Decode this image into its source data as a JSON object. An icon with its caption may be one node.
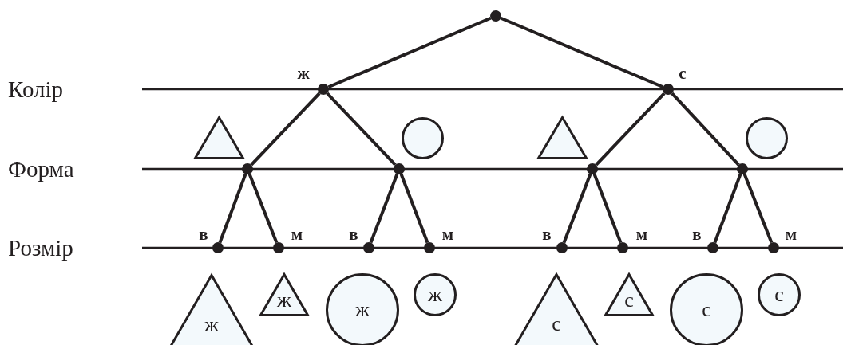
{
  "diagram": {
    "nodes": [
      {
        "text": [],
        "shape": "circle"
      },
      {
        "text": [],
        "shape": "circle",
        "beside": [
          "ж"
        ]
      },
      {
        "text": [],
        "shape": "circle",
        "beside": [
          "с"
        ]
      },
      {
        "text": [],
        "shape": "triangle"
      },
      {
        "text": [],
        "shape": "circle"
      },
      {
        "text": [],
        "shape": "triangle"
      },
      {
        "text": [],
        "shape": "circle"
      },
      {
        "text": [],
        "shape": "circle"
      },
      {
        "text": [],
        "shape": "circle"
      },
      {
        "text": [],
        "shape": "circle"
      },
      {
        "text": [],
        "shape": "circle"
      },
      {
        "text": [],
        "shape": "circle",
        "beside": [
          "в"
        ]
      },
      {
        "text": [],
        "shape": "circle",
        "beside": [
          "м"
        ]
      },
      {
        "text": [],
        "shape": "circle",
        "beside": [
          "в"
        ]
      },
      {
        "text": [],
        "shape": "circle",
        "beside": [
          "м"
        ]
      },
      {
        "text": [],
        "shape": "circle",
        "beside": [
          "в"
        ]
      },
      {
        "text": [],
        "shape": "circle",
        "beside": [
          "м"
        ]
      },
      {
        "text": [],
        "shape": "circle",
        "beside": [
          "в"
        ]
      },
      {
        "text": [],
        "shape": "circle",
        "beside": [
          "м"
        ]
      },
      {
        "text": [
          "ж"
        ]
      },
      {
        "text": [
          "ж"
        ]
      },
      {
        "text": [
          "ж"
        ]
      },
      {
        "text": [
          "ж"
        ]
      },
      {
        "text": [
          "с"
        ]
      },
      {
        "text": [
          "с"
        ]
      },
      {
        "text": [
          "с"
        ]
      },
      {
        "text": [
          "с"
        ]
      }
    ],
    "edges": [
      {
        "from": 0,
        "to": 1,
        "arrow": "none"
      },
      {
        "from": 0,
        "to": 2,
        "arrow": "none"
      },
      {
        "from": 1,
        "to": 7,
        "arrow": "none"
      },
      {
        "from": 1,
        "to": 8,
        "arrow": "none"
      },
      {
        "from": 2,
        "to": 9,
        "arrow": "none"
      },
      {
        "from": 2,
        "to": 10,
        "arrow": "none"
      },
      {
        "from": 7,
        "to": 11,
        "arrow": "none"
      },
      {
        "from": 7,
        "to": 12,
        "arrow": "none"
      },
      {
        "from": 8,
        "to": 13,
        "arrow": "none"
      },
      {
        "from": 8,
        "to": 14,
        "arrow": "none"
      },
      {
        "from": 9,
        "to": 15,
        "arrow": "none"
      },
      {
        "from": 9,
        "to": 16,
        "arrow": "none"
      },
      {
        "from": 10,
        "to": 17,
        "arrow": "none"
      },
      {
        "from": 10,
        "to": 18,
        "arrow": "none"
      }
    ],
    "labels": [
      "Колір",
      "Форма",
      "Розмір"
    ]
  }
}
